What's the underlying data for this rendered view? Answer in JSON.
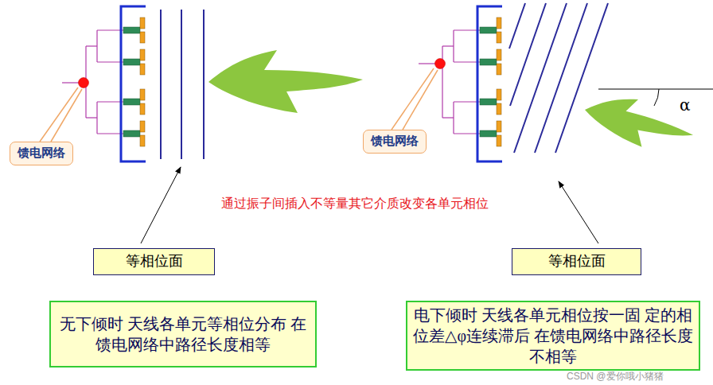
{
  "diagram": {
    "nodes": [
      {
        "text": [
          "馈电网络"
        ]
      },
      {
        "text": [
          "馈电网络"
        ]
      },
      {
        "text": [
          "等相位面"
        ]
      },
      {
        "text": [
          "等相位面"
        ]
      },
      {
        "text": [
          "无下倾时 天线各单元等相位分布 在馈电网络中路径长度相等"
        ]
      },
      {
        "text": [
          "电下倾时 天线各单元相位按一固 定的相位差△φ连续滞后 在馈电网络中路径长度不相等"
        ]
      }
    ],
    "labels": [
      "α",
      "通过振子间插入不等量其它介质改变各单元相位",
      "CSDN @爱你哦小猪猪"
    ]
  }
}
